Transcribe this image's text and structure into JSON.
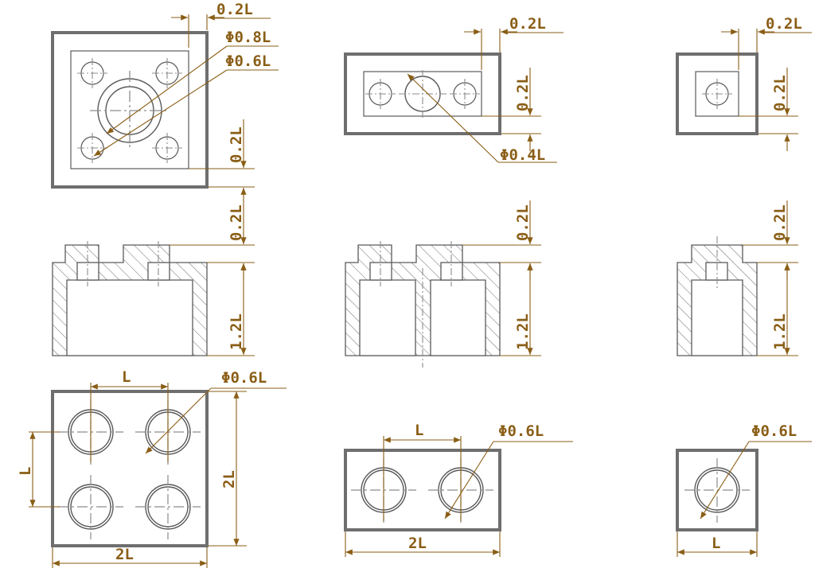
{
  "drawing": {
    "title": "LEGO-style brick engineering drawing",
    "colors": {
      "outline": "#6e6e6e",
      "thin_line": "#5a5a5a",
      "dimension": "#8a5e16",
      "text": "#8a5e16",
      "hatch": "#6e6e6e",
      "centerline": "#8c8c8c",
      "background": "#ffffff"
    },
    "units_note": "L"
  },
  "views": [
    {
      "id": "top-view-2x2",
      "name": "Top view 2x2 brick",
      "labels": {
        "wall_thickness": "0.2L",
        "inner_tube_outer": "Φ0.8L",
        "inner_tube_inner": "Φ0.6L",
        "rim_height": "0.2L"
      }
    },
    {
      "id": "top-view-2x1",
      "name": "Top view 2x1 brick",
      "labels": {
        "wall_thickness": "0.2L",
        "rim_height": "0.2L",
        "pin_dia": "Φ0.4L"
      }
    },
    {
      "id": "top-view-1x1",
      "name": "Top view 1x1 brick",
      "labels": {
        "wall_thickness": "0.2L",
        "rim_height": "0.2L"
      }
    },
    {
      "id": "section-view-2x2",
      "name": "Section view 2x2 brick",
      "labels": {
        "stud_height": "0.2L",
        "body_height": "1.2L"
      }
    },
    {
      "id": "section-view-2x1",
      "name": "Section view 2x1 brick",
      "labels": {
        "stud_height": "0.2L",
        "body_height": "1.2L"
      }
    },
    {
      "id": "section-view-1x1",
      "name": "Section view 1x1 brick",
      "labels": {
        "stud_height": "0.2L",
        "body_height": "1.2L"
      }
    },
    {
      "id": "bottom-view-2x2",
      "name": "Bottom view 2x2 brick",
      "labels": {
        "stud_pitch_top": "L",
        "stud_pitch_left": "L",
        "width": "2L",
        "height": "2L",
        "stud_dia": "Φ0.6L"
      }
    },
    {
      "id": "bottom-view-2x1",
      "name": "Bottom view 2x1 brick",
      "labels": {
        "stud_pitch_top": "L",
        "width": "2L",
        "stud_dia": "Φ0.6L"
      }
    },
    {
      "id": "bottom-view-1x1",
      "name": "Bottom view 1x1 brick",
      "labels": {
        "width": "L",
        "stud_dia": "Φ0.6L"
      }
    }
  ],
  "dimension_texts": {
    "t1_02L": "0.2L",
    "t1_phi08L": "Φ0.8L",
    "t1_phi06L": "Φ0.6L",
    "t1_right_02L": "0.2L",
    "t2_02L": "0.2L",
    "t2_right_02L": "0.2L",
    "t2_phi04L": "Φ0.4L",
    "t3_02L": "0.2L",
    "t3_right_02L": "0.2L",
    "s1_02L": "0.2L",
    "s1_12L": "1.2L",
    "s2_02L": "0.2L",
    "s2_12L": "1.2L",
    "s3_02L": "0.2L",
    "s3_12L": "1.2L",
    "b1_L_top": "L",
    "b1_L_left": "L",
    "b1_2L_bottom": "2L",
    "b1_2L_right": "2L",
    "b1_phi06L": "Φ0.6L",
    "b2_L_top": "L",
    "b2_2L_bottom": "2L",
    "b2_phi06L": "Φ0.6L",
    "b3_L_bottom": "L",
    "b3_phi06L": "Φ0.6L"
  }
}
